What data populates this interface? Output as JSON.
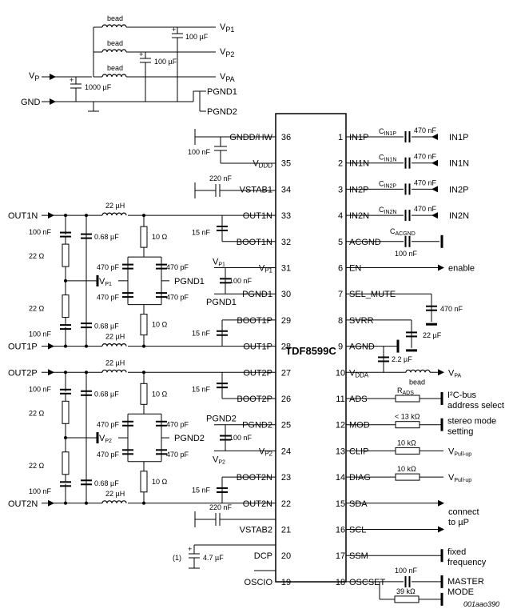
{
  "ic": {
    "name": "TDF8599C",
    "left_pins": [
      {
        "num": "36",
        "name": "GNDD/HW"
      },
      {
        "num": "35",
        "name": "V",
        "sub": "DDD"
      },
      {
        "num": "34",
        "name": "VSTAB1"
      },
      {
        "num": "33",
        "name": "OUT1N"
      },
      {
        "num": "32",
        "name": "BOOT1N"
      },
      {
        "num": "31",
        "name": "V",
        "sub": "P1"
      },
      {
        "num": "30",
        "name": "PGND1"
      },
      {
        "num": "29",
        "name": "BOOT1P"
      },
      {
        "num": "28",
        "name": "OUT1P"
      },
      {
        "num": "27",
        "name": "OUT2P"
      },
      {
        "num": "26",
        "name": "BOOT2P"
      },
      {
        "num": "25",
        "name": "PGND2"
      },
      {
        "num": "24",
        "name": "V",
        "sub": "P2"
      },
      {
        "num": "23",
        "name": "BOOT2N"
      },
      {
        "num": "22",
        "name": "OUT2N"
      },
      {
        "num": "21",
        "name": "VSTAB2"
      },
      {
        "num": "20",
        "name": "DCP"
      },
      {
        "num": "19",
        "name": "OSCIO"
      }
    ],
    "right_pins": [
      {
        "num": "1",
        "name": "IN1P"
      },
      {
        "num": "2",
        "name": "IN1N"
      },
      {
        "num": "3",
        "name": "IN2P"
      },
      {
        "num": "4",
        "name": "IN2N"
      },
      {
        "num": "5",
        "name": "ACGND"
      },
      {
        "num": "6",
        "name": "EN"
      },
      {
        "num": "7",
        "name": "SEL_MUTE"
      },
      {
        "num": "8",
        "name": "SVRR"
      },
      {
        "num": "9",
        "name": "AGND"
      },
      {
        "num": "10",
        "name": "V",
        "sub": "DDA"
      },
      {
        "num": "11",
        "name": "ADS"
      },
      {
        "num": "12",
        "name": "MOD"
      },
      {
        "num": "13",
        "name": "CLIP"
      },
      {
        "num": "14",
        "name": "DIAG"
      },
      {
        "num": "15",
        "name": "SDA"
      },
      {
        "num": "16",
        "name": "SCL"
      },
      {
        "num": "17",
        "name": "SSM"
      },
      {
        "num": "18",
        "name": "OSCSET"
      }
    ]
  },
  "supply": {
    "bead": "bead",
    "vp1": {
      "main": "V",
      "sub": "P1"
    },
    "vp2": {
      "main": "V",
      "sub": "P2"
    },
    "vpa": {
      "main": "V",
      "sub": "PA"
    },
    "vp": {
      "main": "V",
      "sub": "P"
    },
    "gnd": "GND",
    "c100": "100 µF",
    "c1000": "1000 µF",
    "pgnd1": "PGND1",
    "pgnd2": "PGND2",
    "plus": "+"
  },
  "left_labels": {
    "c100n": "100 nF",
    "c220n": "220 nF",
    "c15n": "15 nF",
    "c470p": "470 pF",
    "c068": "0.68 µF",
    "l22u": "22 µH",
    "r10": "10 Ω",
    "r22": "22 Ω",
    "out1n": "OUT1N",
    "out1p": "OUT1P",
    "out2p": "OUT2P",
    "out2n": "OUT2N",
    "vp1": {
      "main": "V",
      "sub": "P1"
    },
    "vp2": {
      "main": "V",
      "sub": "P2"
    },
    "pgnd1": "PGND1",
    "pgnd2": "PGND2",
    "c47u": "4.7 µF",
    "note1": "(1)"
  },
  "right_labels": {
    "cin1p": {
      "main": "C",
      "sub": "IN1P"
    },
    "cin1n": {
      "main": "C",
      "sub": "IN1N"
    },
    "cin2p": {
      "main": "C",
      "sub": "IN2P"
    },
    "cin2n": {
      "main": "C",
      "sub": "IN2N"
    },
    "cacgnd": {
      "main": "C",
      "sub": "ACGND"
    },
    "c470n": "470 nF",
    "c100n": "100 nF",
    "c22u": "22 µF",
    "c22u2": "2.2 µF",
    "bead": "bead",
    "vpa": {
      "main": "V",
      "sub": "PA"
    },
    "rads": {
      "main": "R",
      "sub": "ADS"
    },
    "r13k": "< 13 kΩ",
    "r10k": "10 kΩ",
    "r39k": "39 kΩ",
    "in1p": "IN1P",
    "in1n": "IN1N",
    "in2p": "IN2P",
    "in2n": "IN2N",
    "enable": "enable",
    "i2c1": "I²C-bus",
    "i2c2": "address select",
    "mod1": "stereo mode",
    "mod2": "setting",
    "vpull1": {
      "main": "V",
      "sub": "Pull-up"
    },
    "vpull2": {
      "main": "V",
      "sub": "Pull-up"
    },
    "conn1": "connect",
    "conn2": "to µP",
    "fixed1": "fixed",
    "fixed2": "frequency",
    "master1": "MASTER",
    "master2": "MODE"
  },
  "figure_ref": "001aao390"
}
